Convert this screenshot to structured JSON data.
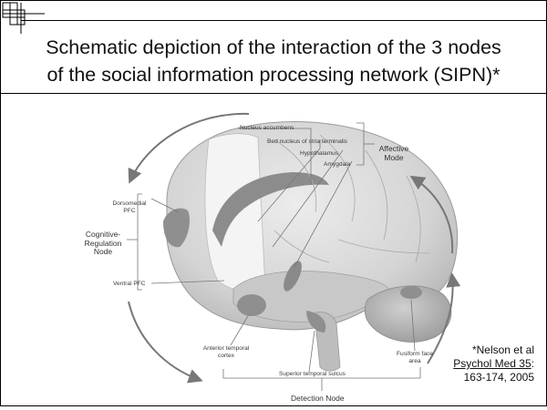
{
  "title": {
    "line1": "Schematic depiction of the interaction of the 3 nodes",
    "line2": "of the social information processing network (SIPN)*"
  },
  "diagram": {
    "labels": {
      "nucleus_accumbens": "Nucleus accumbens",
      "bed_nucleus": "Bed nucleus of stria terminalis",
      "hypothalamus": "Hypothalamus",
      "amygdala": "Amygdala",
      "affective_mode_line1": "Affective",
      "affective_mode_line2": "Mode",
      "dorsomedial_pfc_line1": "Dorsomedial",
      "dorsomedial_pfc_line2": "PFC",
      "cognitive_line1": "Cognitive-",
      "cognitive_line2": "Regulation",
      "cognitive_line3": "Node",
      "ventral_pfc": "Ventral PFC",
      "anterior_temporal_line1": "Anterior temporal",
      "anterior_temporal_line2": "cortex",
      "superior_temporal_sulcus": "Superior temporal sulcus",
      "fusiform_line1": "Fusiform face",
      "fusiform_line2": "area",
      "detection_node": "Detection Node"
    }
  },
  "citation": {
    "line1": "*Nelson et al",
    "line2_link": "Psychol Med 35",
    "line2_suffix": ":",
    "line3": "163-174, 2005"
  },
  "colors": {
    "brain_fill": "#d9d9d9",
    "highlight_region": "#8f8f8f",
    "arrow": "#777777"
  }
}
